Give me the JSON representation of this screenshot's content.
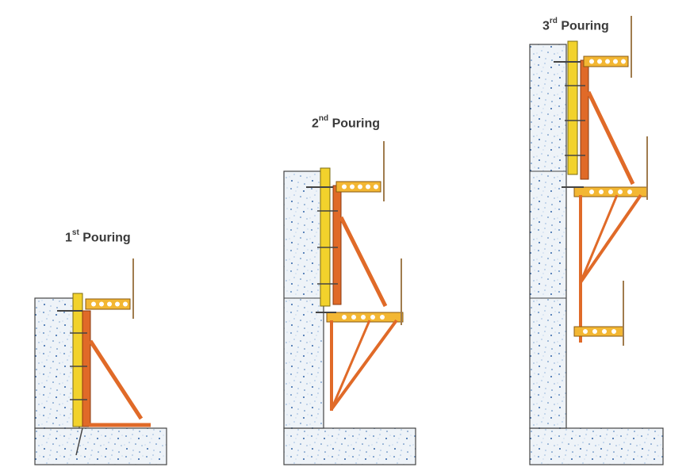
{
  "labels": [
    {
      "num": "1",
      "sup": "st",
      "text": " Pouring"
    },
    {
      "num": "2",
      "sup": "nd",
      "text": " Pouring"
    },
    {
      "num": "3",
      "sup": "rd",
      "text": " Pouring"
    }
  ],
  "colors": {
    "concrete": "#eef3f8",
    "speckle": "#3f73b4",
    "outline": "#444444",
    "waler": "#f2d22c",
    "bracket": "#e06a28",
    "beam": "#f3b733",
    "rail": "#a07c4e"
  }
}
